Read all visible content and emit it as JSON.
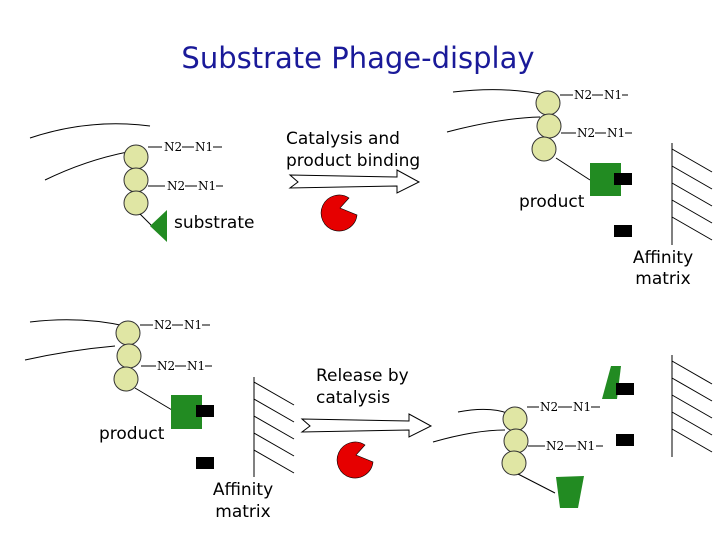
{
  "title": "Substrate Phage-display",
  "domain_labels": {
    "n2": "N2",
    "n1": "N1"
  },
  "labels": {
    "catalysis_line1": "Catalysis and",
    "catalysis_line2": "product binding",
    "substrate": "substrate",
    "product_top": "product",
    "affinity_top_line1": "Affinity",
    "affinity_top_line2": "matrix",
    "release_line1": "Release by",
    "release_line2": "catalysis",
    "product_bottom": "product",
    "affinity_bottom_line1": "Affinity",
    "affinity_bottom_line2": "matrix"
  },
  "colors": {
    "domain_fill": "#e0e6a4",
    "product_green": "#228b22",
    "enzyme_red": "#e60000",
    "title": "#1a1a99"
  }
}
